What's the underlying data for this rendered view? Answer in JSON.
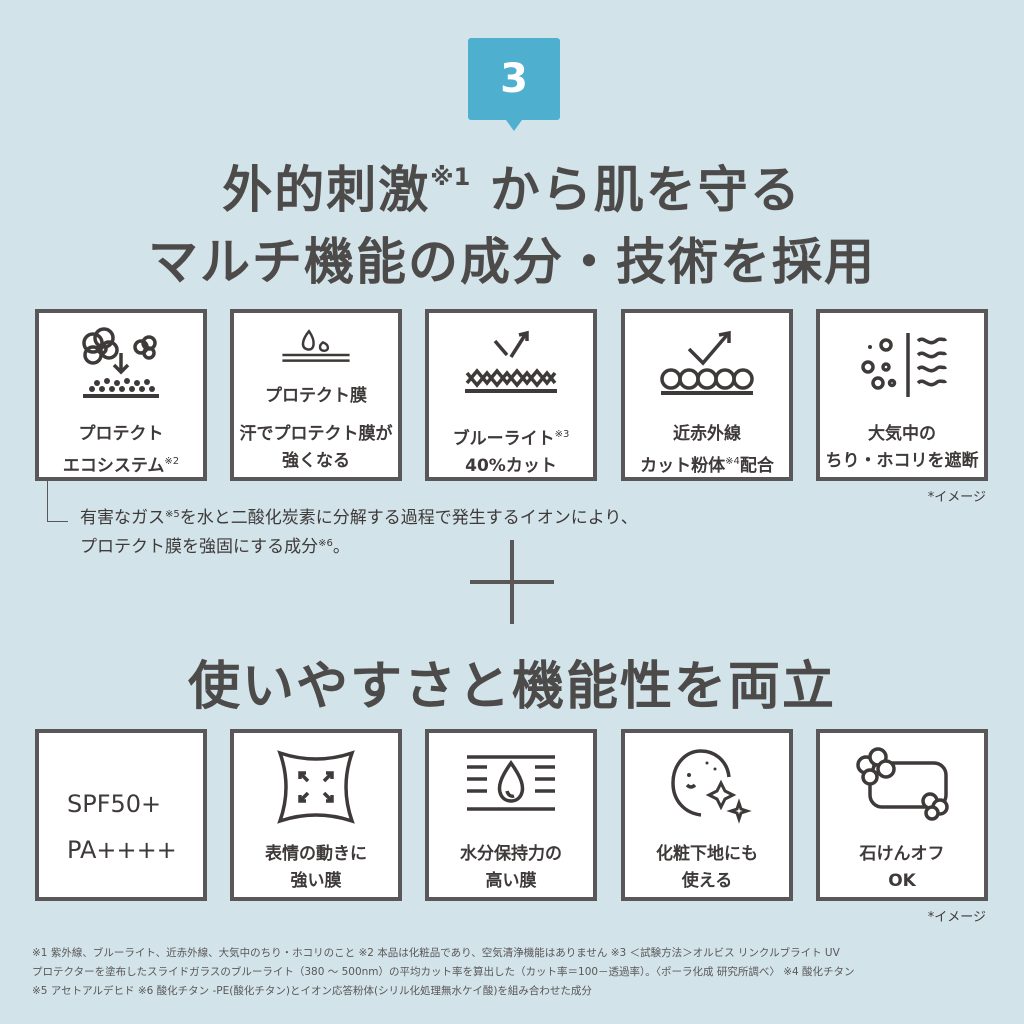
{
  "badge": {
    "number": "3"
  },
  "headline1": {
    "main": "外的刺激",
    "sup": "※1",
    "rest": " から肌を守る"
  },
  "headline2": "マルチ機能の成分・技術を採用",
  "features": [
    {
      "line1": "プロテクト",
      "line2": "エコシステム",
      "sup": "※2",
      "icon": "cloud-particles-icon"
    },
    {
      "label": "プロテクト膜",
      "line1": "汗でプロテクト膜が",
      "line2": "強くなる",
      "icon": "sweat-drop-film-icon"
    },
    {
      "line1": "ブルーライト",
      "sup": "※3",
      "line2": "40%カット",
      "icon": "bluelight-cut-icon"
    },
    {
      "line1": "近赤外線",
      "line2a": "カット粉体",
      "sup": "※4",
      "line2b": "配合",
      "icon": "infrared-powder-icon"
    },
    {
      "line1": "大気中の",
      "line2": "ちり・ホコリを遮断",
      "icon": "dust-barrier-icon"
    }
  ],
  "image_note": "*イメージ",
  "note": {
    "part1": "有害なガス",
    "sup1": "※5",
    "part2": "を水と二酸化炭素に分解する過程で発生するイオンにより、",
    "part3": "プロテクト膜を強固にする成分",
    "sup2": "※6",
    "part4": "。"
  },
  "headline3": "使いやすさと機能性を両立",
  "features2": [
    {
      "line1": "SPF50+",
      "line2": "PA++++"
    },
    {
      "line1": "表情の動きに",
      "line2": "強い膜",
      "icon": "flexible-film-icon"
    },
    {
      "line1": "水分保持力の",
      "line2": "高い膜",
      "icon": "water-drop-film-icon"
    },
    {
      "line1": "化粧下地にも",
      "line2": "使える",
      "icon": "face-sparkle-icon"
    },
    {
      "line1": "石けんオフ",
      "line2": "OK",
      "icon": "soap-foam-icon"
    }
  ],
  "footnote": {
    "line1": "※1 紫外線、ブルーライト、近赤外線、大気中のちり・ホコリのこと ※2 本品は化粧品であり、空気清浄機能はありません ※3 ＜試験方法＞オルビス リンクルブライト UV",
    "line2": "プロテクターを塗布したスライドガラスのブルーライト（380 ～ 500nm）の平均カット率を算出した（カット率＝100－透過率）。〈ポーラ化成 研究所調べ〉 ※4 酸化チタン",
    "line3": "※5 アセトアルデヒド ※6 酸化チタン -PE(酸化チタン)とイオン応答粉体(シリル化処理無水ケイ酸)を組み合わせた成分"
  },
  "colors": {
    "background": "#d3e3ea",
    "badge": "#4fafcf",
    "text": "#4d4b4a",
    "border": "#595757"
  }
}
